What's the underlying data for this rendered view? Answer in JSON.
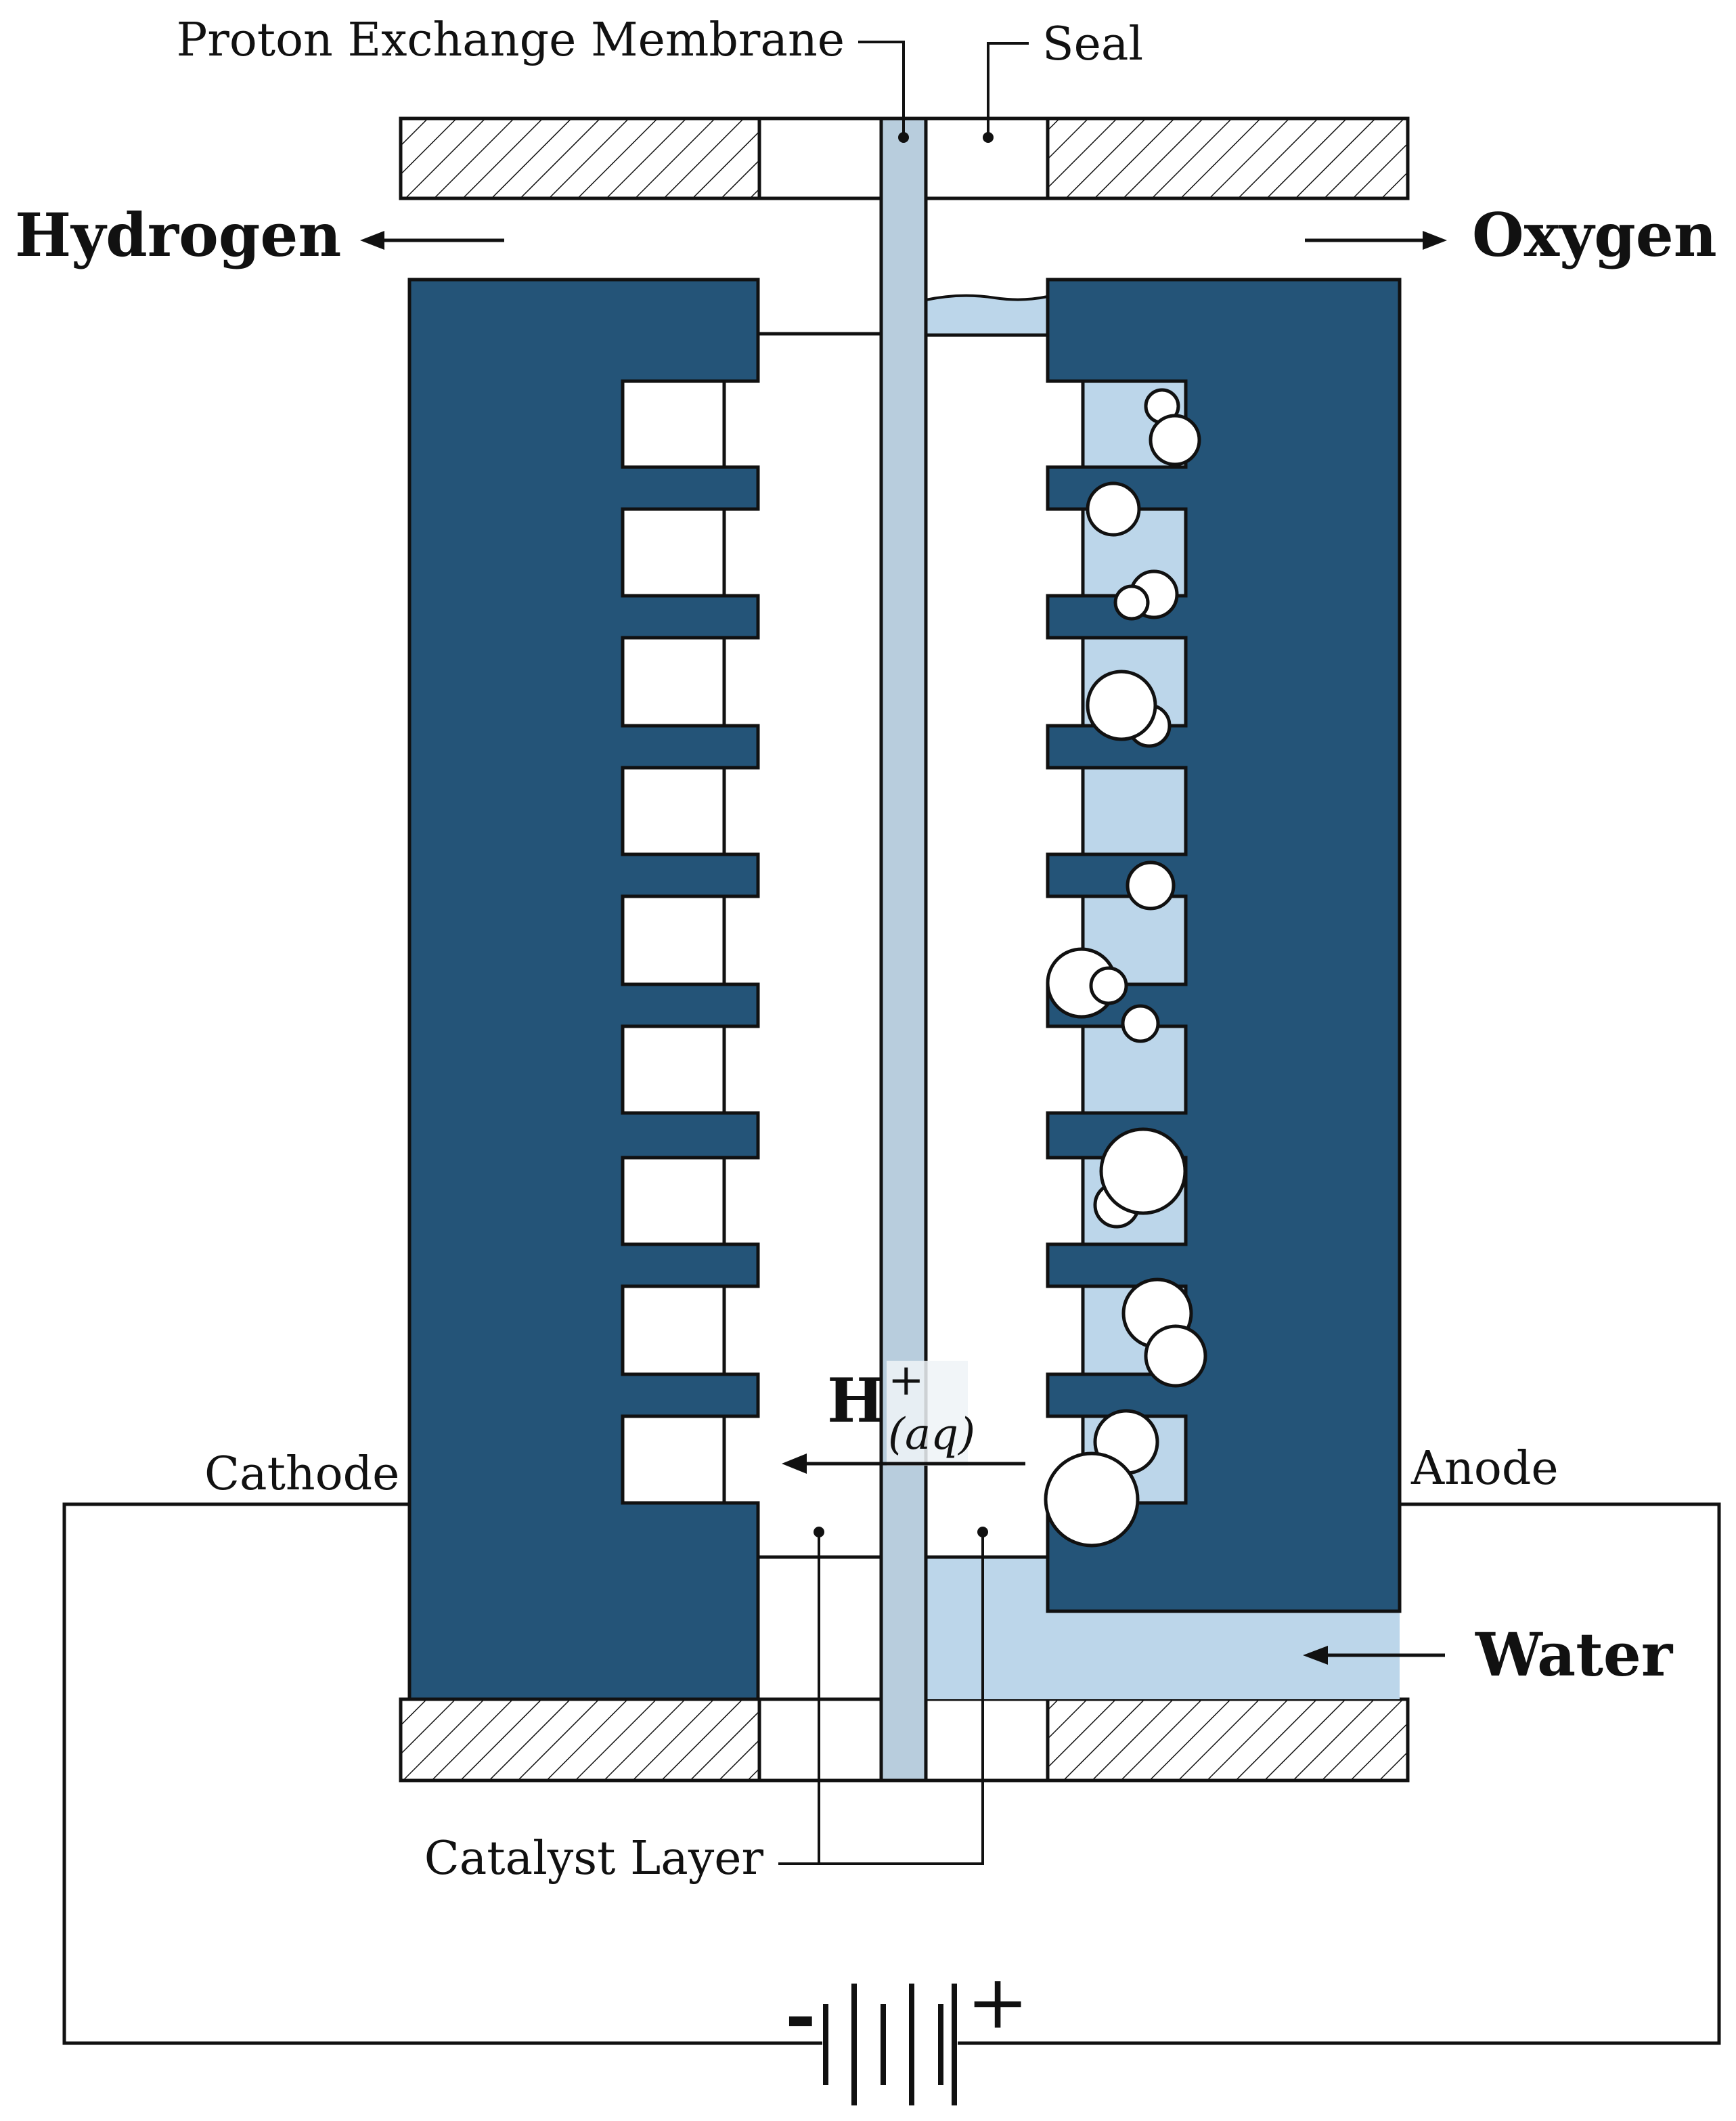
{
  "labels": {
    "membrane": "Proton Exchange Membrane",
    "seal": "Seal",
    "hydrogen": "Hydrogen",
    "oxygen": "Oxygen",
    "ion_main": "H",
    "ion_charge": "+",
    "ion_state": "(aq)",
    "cathode": "Cathode",
    "anode": "Anode",
    "water": "Water",
    "catalyst": "Catalyst Layer",
    "battery_minus": "-",
    "battery_plus": "+"
  },
  "colors": {
    "electrode": "#245478",
    "water": "#bcd6ea",
    "membrane": "#b8cddd",
    "outline": "#111111",
    "bubble": "#ffffff"
  },
  "icons": {
    "hatch": "diagonal-hatch-pattern",
    "battery": "battery-icon",
    "bubble": "bubble-icon"
  }
}
